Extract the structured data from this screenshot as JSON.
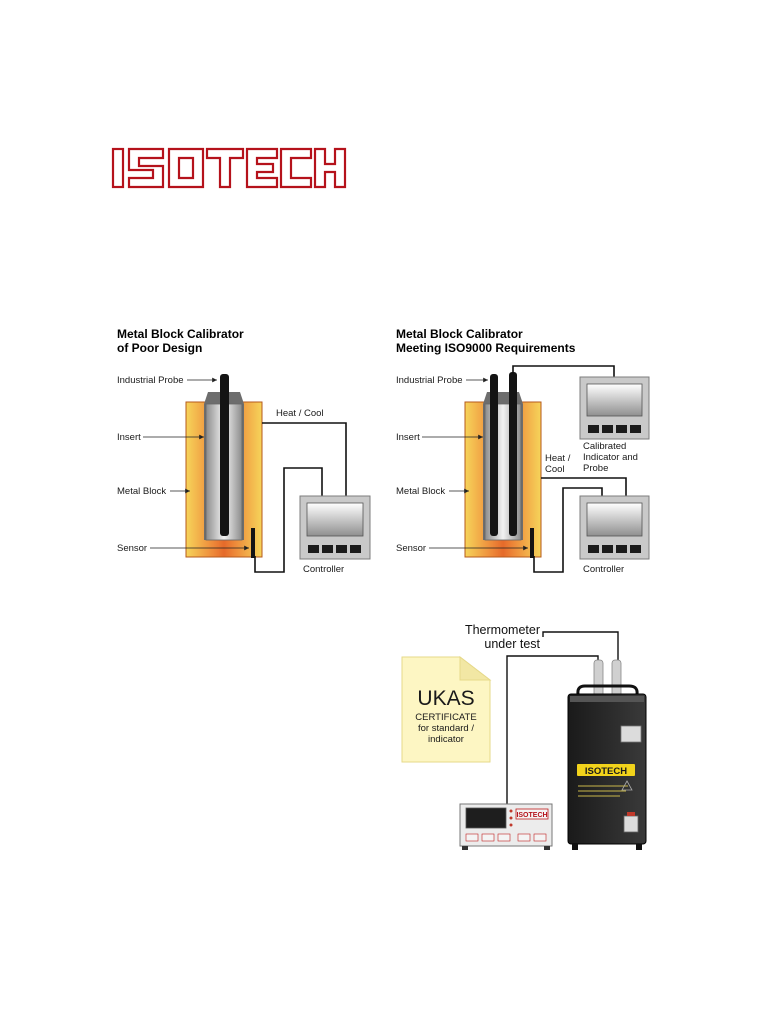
{
  "logo": {
    "text": "ISOTECH",
    "color": "#b5121b"
  },
  "diagram_left": {
    "title_line1": "Metal Block Calibrator",
    "title_line2": "of Poor Design",
    "labels": {
      "industrial_probe": "Industrial Probe",
      "insert": "Insert",
      "metal_block": "Metal Block",
      "sensor": "Sensor",
      "heat_cool": "Heat / Cool",
      "controller": "Controller"
    }
  },
  "diagram_right": {
    "title_line1": "Metal Block Calibrator",
    "title_line2": "Meeting ISO9000 Requirements",
    "labels": {
      "industrial_probe": "Industrial Probe",
      "insert": "Insert",
      "metal_block": "Metal Block",
      "sensor": "Sensor",
      "heat_line1": "Heat /",
      "heat_line2": "Cool",
      "calibrated_line1": "Calibrated",
      "calibrated_line2": "Indicator and",
      "calibrated_line3": "Probe",
      "controller": "Controller"
    }
  },
  "diagram_bottom": {
    "thermometer_line1": "Thermometer",
    "thermometer_line2": "under test",
    "certificate": {
      "heading": "UKAS",
      "line1": "CERTIFICATE",
      "line2": "for standard /",
      "line3": "indicator"
    },
    "unit_brand": "ISOTECH",
    "indicator_brand": "ISOTECH"
  },
  "colors": {
    "brand_red": "#b5121b",
    "block_yellow": "#f2c94c",
    "block_orange": "#e8742a",
    "certificate_bg": "#fdf6c3",
    "unit_body": "#222222",
    "unit_accent": "#f2d31b"
  }
}
